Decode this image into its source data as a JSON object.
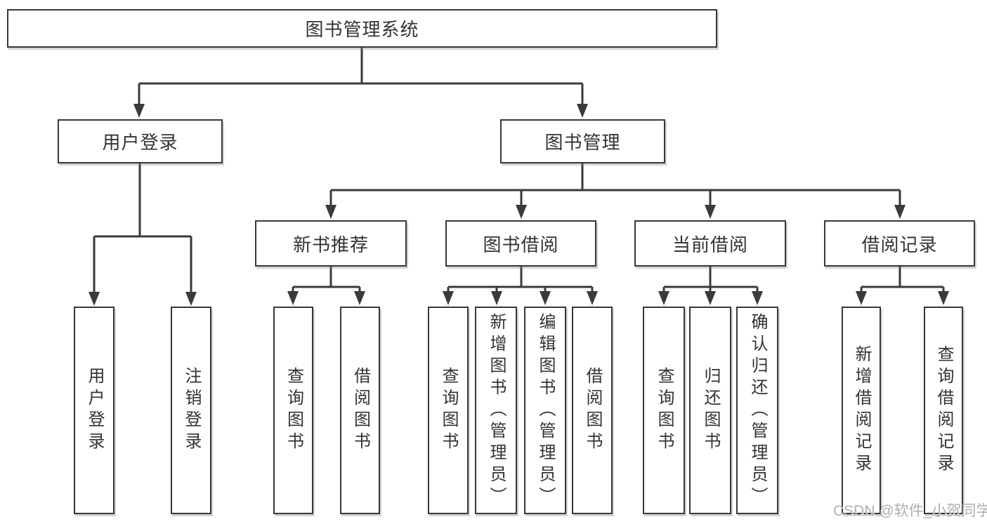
{
  "diagram": {
    "root": {
      "label": "图书管理系统"
    },
    "branches": [
      {
        "label": "用户登录",
        "children": [
          {
            "label": "用户登录"
          },
          {
            "label": "注销登录"
          }
        ]
      },
      {
        "label": "图书管理",
        "children": [
          {
            "label": "新书推荐",
            "children": [
              {
                "label": "查询图书"
              },
              {
                "label": "借阅图书"
              }
            ]
          },
          {
            "label": "图书借阅",
            "children": [
              {
                "label": "查询图书"
              },
              {
                "label": "新增图书（管理员）"
              },
              {
                "label": "编辑图书（管理员）"
              },
              {
                "label": "借阅图书"
              }
            ]
          },
          {
            "label": "当前借阅",
            "children": [
              {
                "label": "查询图书"
              },
              {
                "label": "归还图书"
              },
              {
                "label": "确认归还（管理员）"
              }
            ]
          },
          {
            "label": "借阅记录",
            "children": [
              {
                "label": "新增借阅记录"
              },
              {
                "label": "查询借阅记录"
              }
            ]
          }
        ]
      }
    ]
  },
  "watermark": {
    "text": "CSDN @软件_小贺同学"
  },
  "colors": {
    "line": "#3a3a3a",
    "border": "#383838",
    "text": "#333333",
    "background": "#ffffff",
    "watermark": "#a8a8a8"
  }
}
